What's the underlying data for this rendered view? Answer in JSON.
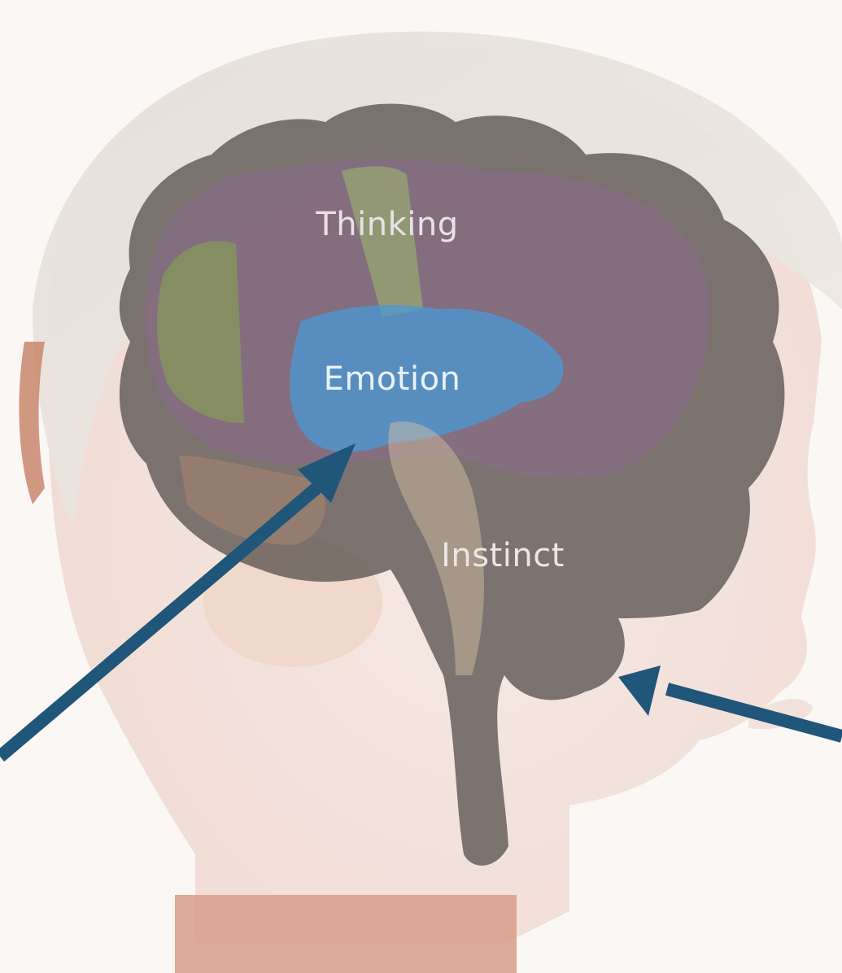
{
  "labels": {
    "thinking": "Thinking",
    "emotion": "Emotion",
    "instinct": "Instinct"
  },
  "colors": {
    "background": "#fbf7f5",
    "arrow": "#1f5679",
    "emotion_region": "#4a9ad6",
    "overlay_gray": "#5a5250"
  },
  "icons": [
    "head-silhouette",
    "brain-illustration",
    "arrow-to-emotion",
    "arrow-to-instinct"
  ]
}
